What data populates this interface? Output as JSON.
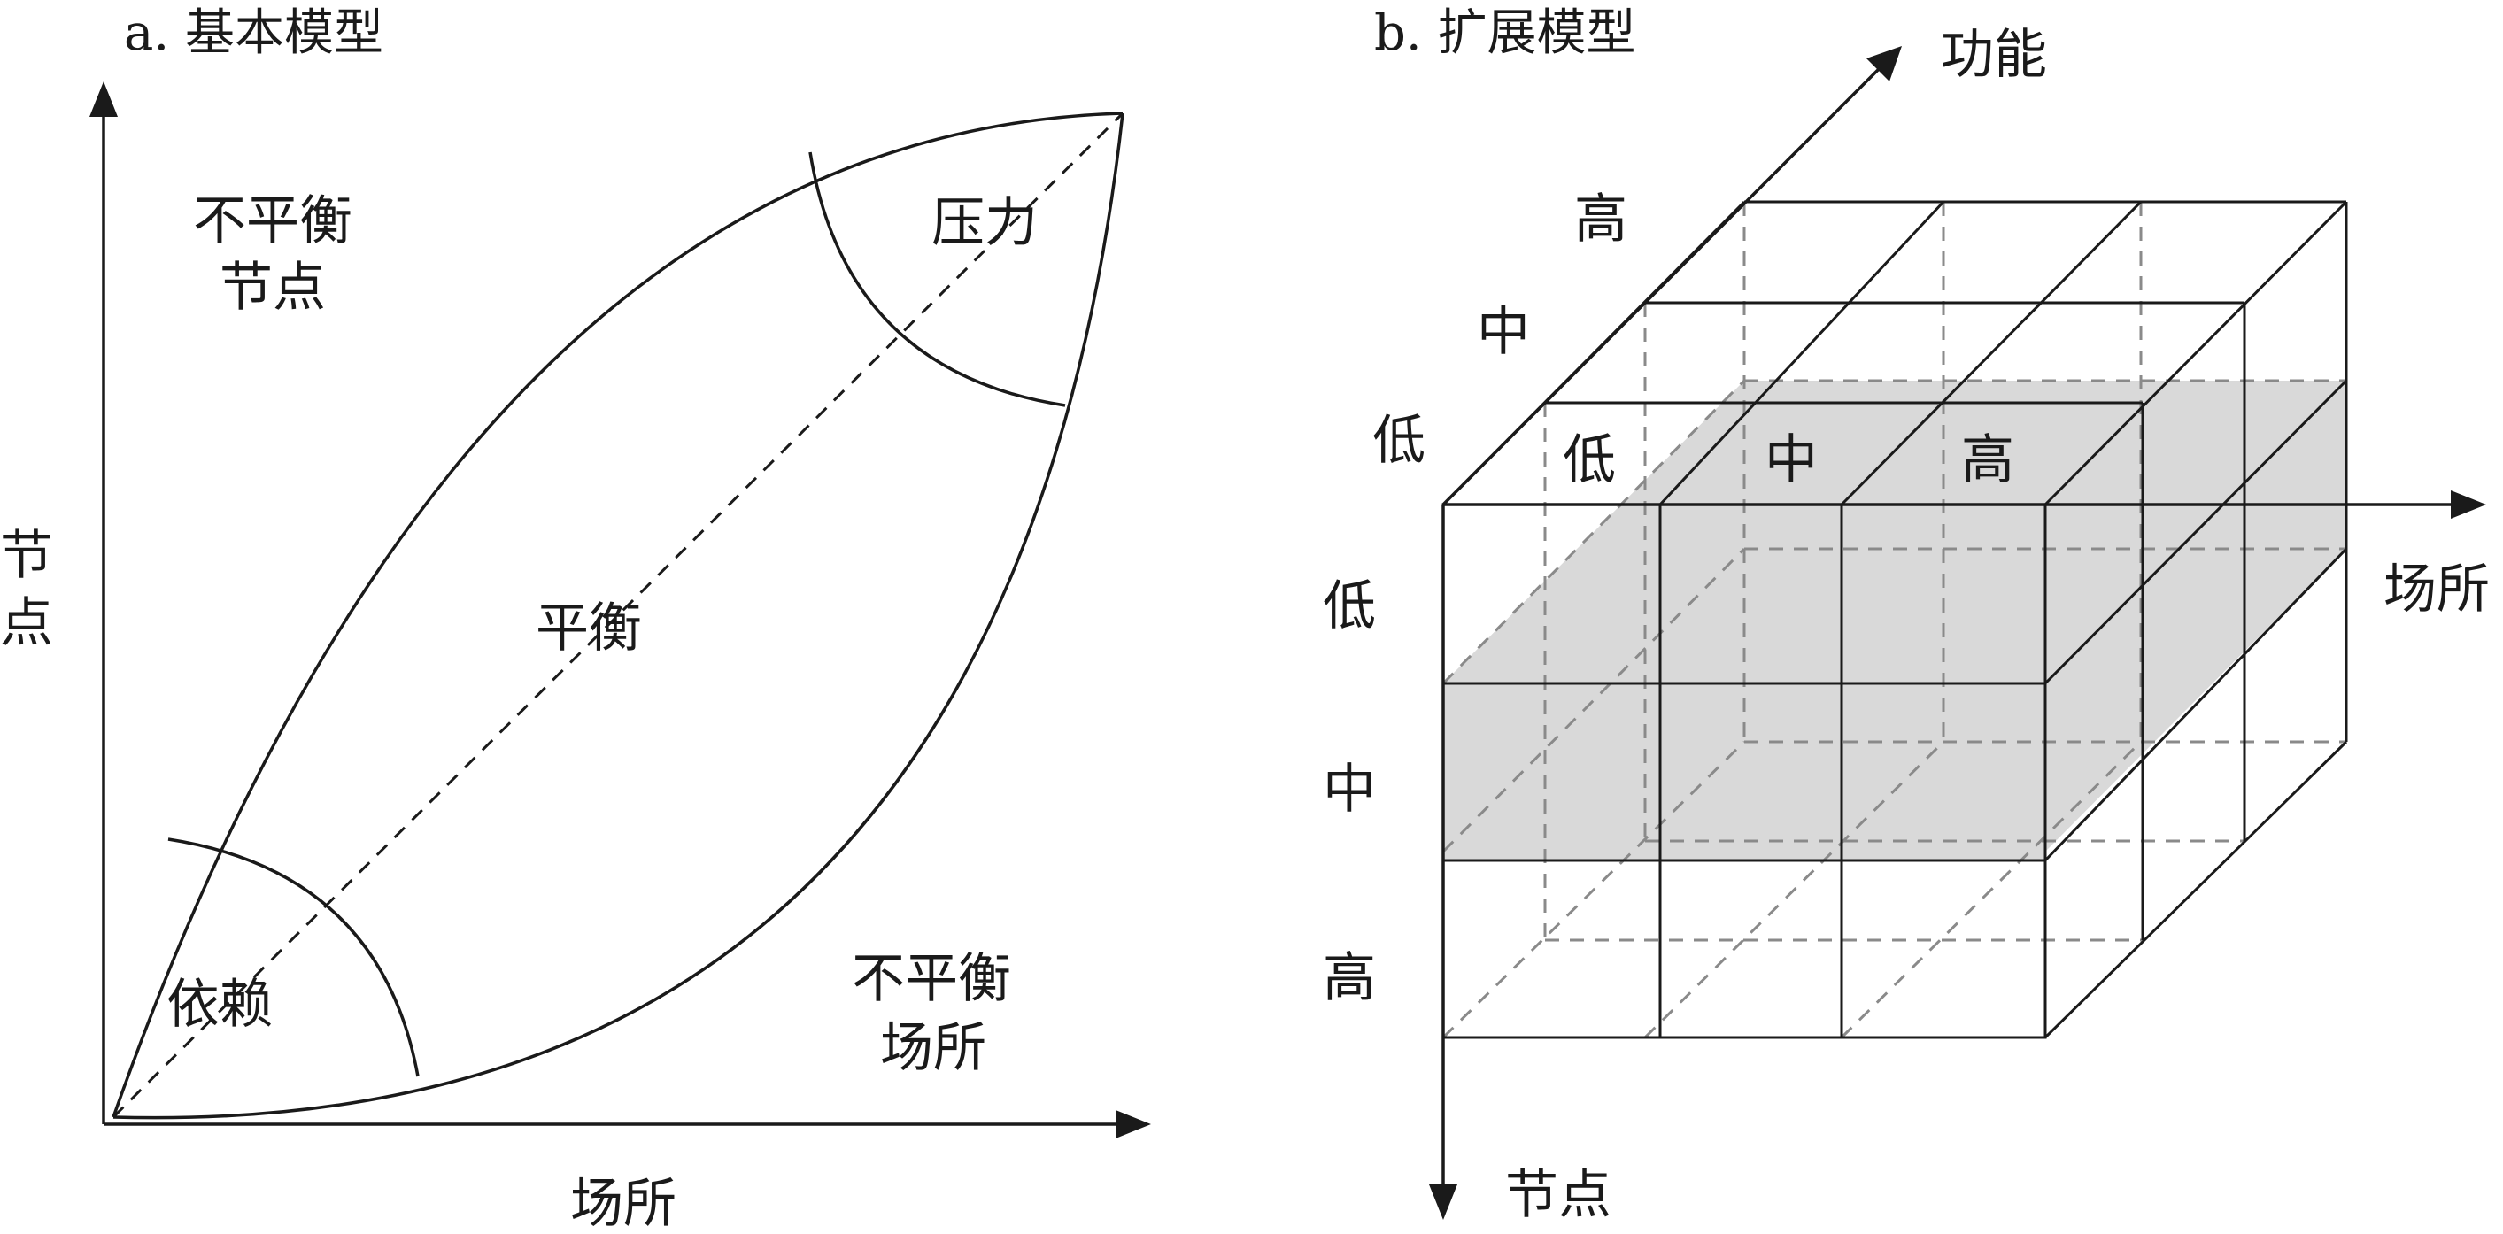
{
  "panel_a": {
    "title": "a. 基本模型",
    "x_axis_label": "场所",
    "y_axis_label": "节点",
    "regions": {
      "unbalanced_node": [
        "不平衡",
        "节点"
      ],
      "pressure": "压力",
      "balance": "平衡",
      "dependence": "依赖",
      "unbalanced_place": [
        "不平衡",
        "场所"
      ]
    }
  },
  "panel_b": {
    "title": "b. 扩展模型",
    "axis_function": "功能",
    "axis_place": "场所",
    "axis_node": "节点",
    "function_levels": [
      "高",
      "中",
      "低"
    ],
    "place_levels": [
      "低",
      "中",
      "高"
    ],
    "node_levels": [
      "低",
      "中",
      "高"
    ],
    "colors": {
      "shaded_layer": "#d9d9d9",
      "hidden_edge": "#8a8a8a",
      "line": "#1a1a1a"
    }
  }
}
